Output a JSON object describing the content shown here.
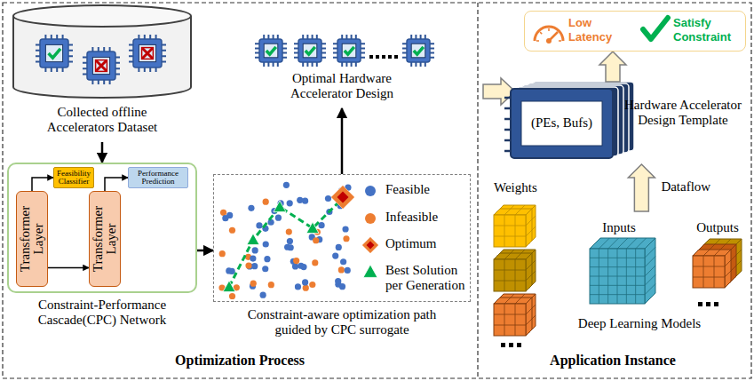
{
  "diagram": {
    "nodes": [
      {
        "text": [
          "Collected offline Accelerators Dataset"
        ]
      },
      {
        "text": [
          "Constraint-Performance Cascade(CPC) Network"
        ]
      },
      {
        "text": [
          "Transformer Layer"
        ],
        "in": 1
      },
      {
        "text": [
          "Transformer Layer"
        ],
        "in": 1
      },
      {
        "text": [
          "Feasibility Classifier"
        ],
        "in": 1
      },
      {
        "text": [
          "Performance Prediction"
        ],
        "in": 1
      },
      {
        "text": [
          "Constraint-aware optimization path guided by CPC surrogate"
        ]
      },
      {
        "text": [
          "Optimal Hardware Accelerator Design"
        ]
      },
      {
        "text": [
          "Low Latency",
          "Satisfy Constraint"
        ]
      },
      {
        "text": [
          "(PEs, Bufs)",
          "Hardware Accelerator Design Template"
        ]
      },
      {
        "text": [
          "Deep Learning Models"
        ]
      }
    ],
    "edges": [
      {
        "from": 0,
        "to": 1,
        "arrow": "to"
      },
      {
        "from": 2,
        "to": 3,
        "arrow": "to"
      },
      {
        "from": 2,
        "to": 4,
        "arrow": "to"
      },
      {
        "from": 3,
        "to": 5,
        "arrow": "to"
      },
      {
        "from": 1,
        "to": 6,
        "arrow": "to"
      },
      {
        "from": 6,
        "to": 7,
        "arrow": "to"
      },
      {
        "from": 10,
        "to": 9,
        "label": "Dataflow",
        "arrow": "to"
      },
      {
        "from": 9,
        "to": 8,
        "arrow": "to"
      }
    ],
    "labels": [
      "Optimization Process",
      "Application Instance",
      "Weights",
      "Inputs",
      "Outputs"
    ],
    "legend": [
      {
        "text": "Feasible",
        "color": "#4472C4"
      },
      {
        "text": "Infeasible",
        "color": "#ED7D31"
      },
      {
        "text": "Optimum"
      },
      {
        "text": "Best Solution per Generation"
      }
    ]
  }
}
